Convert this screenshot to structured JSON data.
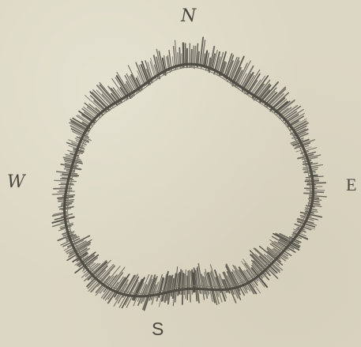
{
  "compass": {
    "north": "N",
    "west": "W",
    "east": "E",
    "south": "S"
  },
  "colors": {
    "paper": "#dcd7c4",
    "ink": "#4a4740"
  },
  "figure": {
    "shape": "hairy-ring",
    "description_icon": "fringed-circle-drawing"
  }
}
